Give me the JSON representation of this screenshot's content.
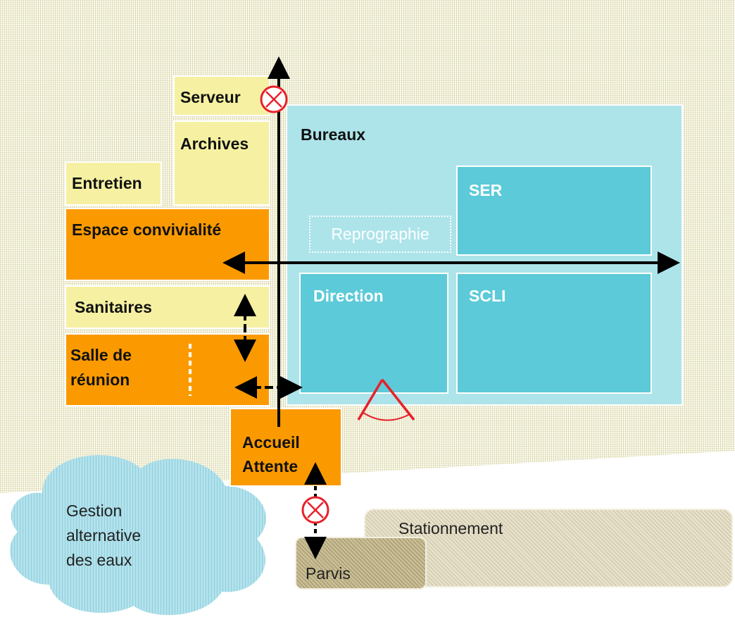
{
  "rooms": {
    "serveur": "Serveur",
    "archives": "Archives",
    "entretien": "Entretien",
    "espace": "Espace convivialité",
    "sanitaires": "Sanitaires",
    "salle_line1": "Salle de",
    "salle_line2": "réunion",
    "accueil_line1": "Accueil",
    "accueil_line2": "Attente",
    "bureaux": "Bureaux",
    "ser": "SER",
    "reprographie": "Reprographie",
    "direction": "Direction",
    "scli": "SCLI"
  },
  "outdoor": {
    "gestion_line1": "Gestion",
    "gestion_line2": "alternative",
    "gestion_line3": "des eaux",
    "stationnement": "Stationnement",
    "parvis": "Parvis"
  },
  "colors": {
    "yellow": "#f6f1a2",
    "orange": "#fb9a00",
    "light_cyan": "#ade4ea",
    "cyan": "#5ccad8",
    "water": "#a9dde8",
    "red": "#e8202a",
    "arrow": "#000000"
  }
}
